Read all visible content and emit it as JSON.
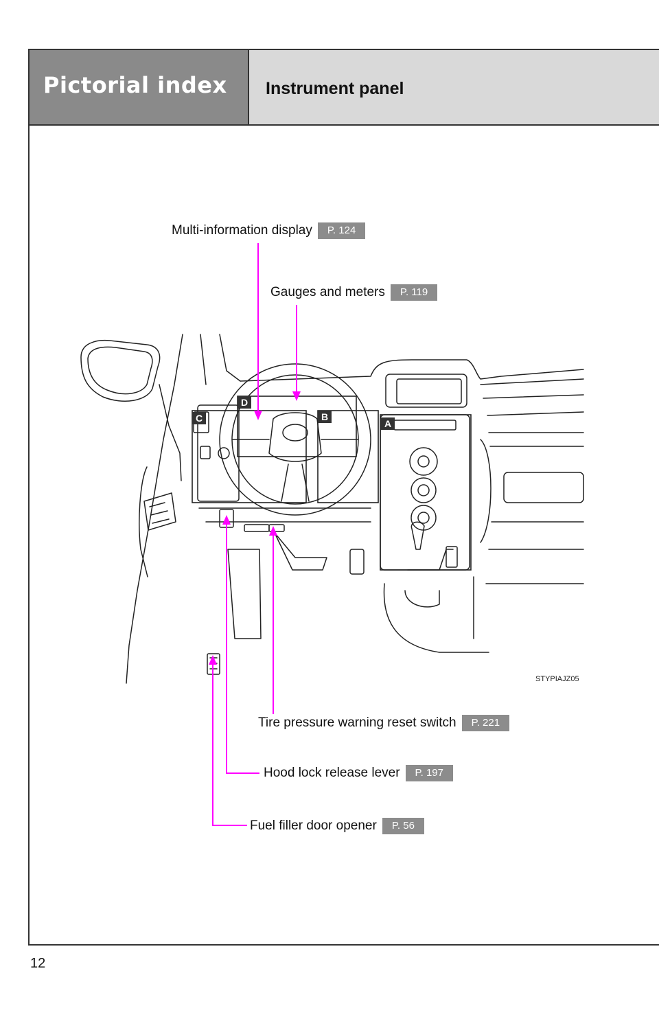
{
  "header": {
    "section_title": "Pictorial index",
    "page_title": "Instrument panel"
  },
  "callouts": [
    {
      "label": "Multi-information display",
      "page_ref": "P. 124"
    },
    {
      "label": "Gauges and meters",
      "page_ref": "P. 119"
    },
    {
      "label": "Tire pressure warning reset switch",
      "page_ref": "P. 221"
    },
    {
      "label": "Hood lock release lever",
      "page_ref": "P. 197"
    },
    {
      "label": "Fuel filler door opener",
      "page_ref": "P. 56"
    }
  ],
  "area_markers": [
    "A",
    "B",
    "C",
    "D"
  ],
  "illustration_code": "STYPIAJZ05",
  "page_number": "12",
  "colors": {
    "leader_line": "#ff00ff",
    "marker_bg": "#333333",
    "page_ref_bg": "#8c8c8c"
  }
}
